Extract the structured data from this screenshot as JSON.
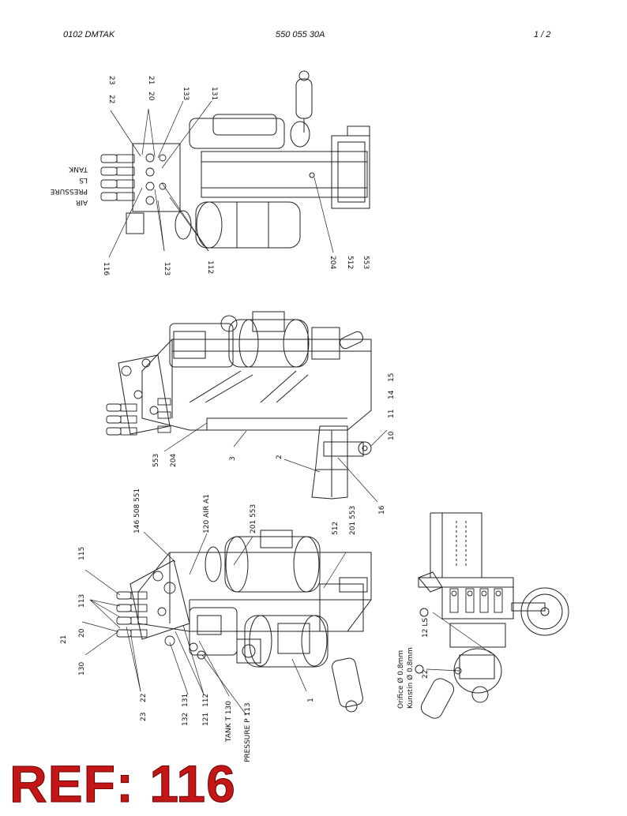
{
  "header": {
    "left": "0102 DMTAK",
    "center": "550 055 30A",
    "right": "1 / 2"
  },
  "view_top": {
    "hose_labels": [
      "TANK",
      "LS",
      "PRESSURE",
      "AIR"
    ],
    "labels": {
      "l22": "22",
      "l23": "23",
      "l20": "20",
      "l21": "21",
      "l133": "133",
      "l131": "131",
      "l116": "116",
      "l123": "123",
      "l112": "112",
      "l204": "204",
      "l512": "512",
      "l553": "553"
    }
  },
  "view_middle": {
    "labels": {
      "l553": "553",
      "l204": "204",
      "l3": "3",
      "l2": "2",
      "l16": "16",
      "l10": "10",
      "l11": "11",
      "l14": "14",
      "l15": "15"
    }
  },
  "view_bottom": {
    "labels": {
      "l21": "21",
      "l130": "130",
      "l20": "20",
      "l113": "113",
      "l115": "115",
      "l23": "23",
      "l22": "22",
      "l132": "132",
      "l131": "131",
      "l121": "121",
      "l112": "112",
      "l_tank": "TANK T 130",
      "l_pressure": "PRESSURE P 113",
      "l146": "146 508 551",
      "l120": "120 AIR A1",
      "l201a": "201 553",
      "l512": "512",
      "l201b": "201 553",
      "l1": "1"
    }
  },
  "view_small": {
    "labels": {
      "orifice": "Orifice Ø 0.8mm",
      "kunstin": "Kunstin Ø 0.8mm",
      "l12": "12 LS",
      "l22": "22"
    }
  },
  "stamp": {
    "ref": "REF: 116"
  }
}
